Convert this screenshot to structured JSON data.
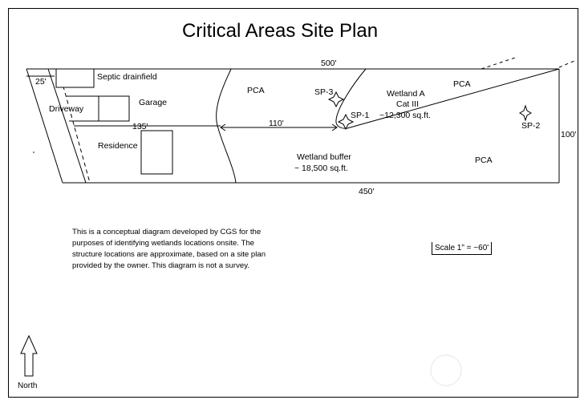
{
  "title": "Critical Areas Site Plan",
  "labels": {
    "septic": "Septic drainfield",
    "garage": "Garage",
    "driveway": "Driveway",
    "residence": "Residence",
    "pca_left": "PCA",
    "pca_top_right": "PCA",
    "pca_bottom_right": "PCA",
    "wetland_a_name": "Wetland A",
    "wetland_a_cat": "Cat III",
    "wetland_a_area": "~12,300 sq.ft.",
    "buffer_name": "Wetland buffer",
    "buffer_area": "~ 18,500 sq.ft.",
    "sp1": "SP-1",
    "sp2": "SP-2",
    "sp3": "SP-3"
  },
  "dimensions": {
    "top": "500'",
    "bottom": "450'",
    "right": "100'",
    "left_setback": "25'",
    "residence_line": "135'",
    "buffer_line": "110'"
  },
  "note": {
    "line1": "This is a conceptual diagram developed by CGS for the",
    "line2": "purposes of identifying wetlands locations onsite. The",
    "line3": "structure locations are approximate, based on a site plan",
    "line4": "provided by the owner. This diagram is not a survey."
  },
  "scale": "Scale 1\" = ~60'",
  "north": "North"
}
